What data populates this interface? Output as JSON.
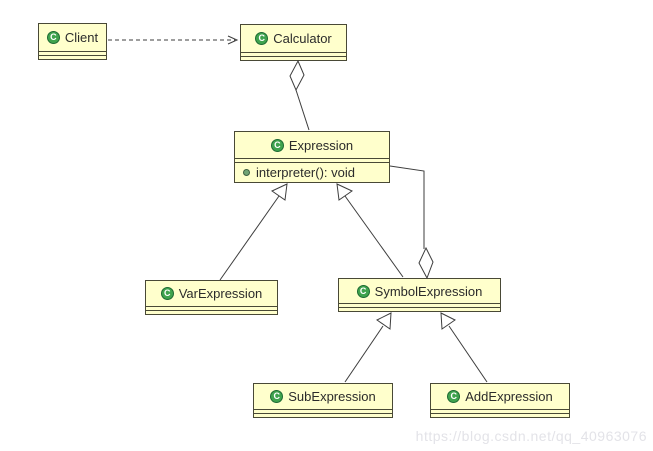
{
  "diagram": {
    "type": "uml-class-diagram",
    "icon_letter": "C",
    "watermark": "https://blog.csdn.net/qq_40963076",
    "colors": {
      "node_fill": "#FFFFCC",
      "node_border": "#494936",
      "connector_stroke": "#3D3D3D",
      "class_icon_green": "#3FA34D",
      "method_dot_green": "#71A474",
      "watermark_gray": "#E3E3E8",
      "background": "#FFFFFF"
    },
    "classes": [
      {
        "name": "Client"
      },
      {
        "name": "Calculator"
      },
      {
        "name": "Expression",
        "methods": [
          "interpreter(): void"
        ]
      },
      {
        "name": "VarExpression"
      },
      {
        "name": "SymbolExpression"
      },
      {
        "name": "SubExpression"
      },
      {
        "name": "AddExpression"
      }
    ],
    "relations": [
      {
        "type": "dependency",
        "from": "Client",
        "to": "Calculator"
      },
      {
        "type": "aggregation",
        "whole": "Calculator",
        "part": "Expression"
      },
      {
        "type": "generalization",
        "child": "VarExpression",
        "parent": "Expression"
      },
      {
        "type": "generalization",
        "child": "SymbolExpression",
        "parent": "Expression"
      },
      {
        "type": "aggregation",
        "whole": "SymbolExpression",
        "part": "Expression"
      },
      {
        "type": "generalization",
        "child": "SubExpression",
        "parent": "SymbolExpression"
      },
      {
        "type": "generalization",
        "child": "AddExpression",
        "parent": "SymbolExpression"
      }
    ]
  }
}
